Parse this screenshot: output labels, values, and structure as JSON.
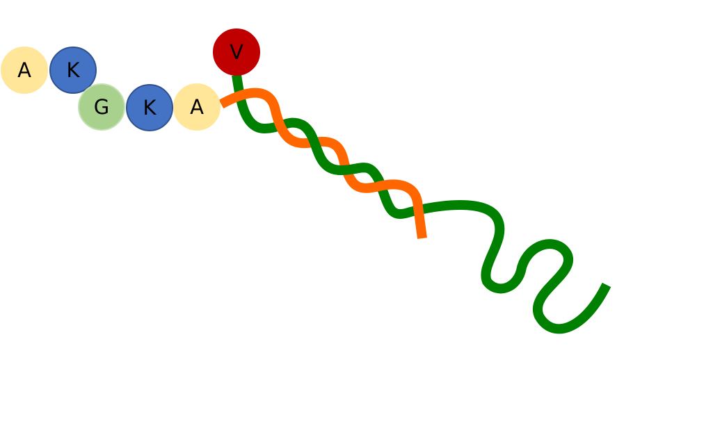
{
  "residues": [
    {
      "letter": "A",
      "color": "#FFE699",
      "border": "#FFE699"
    },
    {
      "letter": "K",
      "color": "#4472C4",
      "border": "#2F528F"
    },
    {
      "letter": "G",
      "color": "#A9D18E",
      "border": "#C5E0B4"
    },
    {
      "letter": "K",
      "color": "#4472C4",
      "border": "#2F528F"
    },
    {
      "letter": "A",
      "color": "#FFE699",
      "border": "#FFE699"
    },
    {
      "letter": "V",
      "color": "#C00000",
      "border": "#C00000"
    }
  ],
  "strands": {
    "green": "#008000",
    "orange": "#FF6600"
  }
}
